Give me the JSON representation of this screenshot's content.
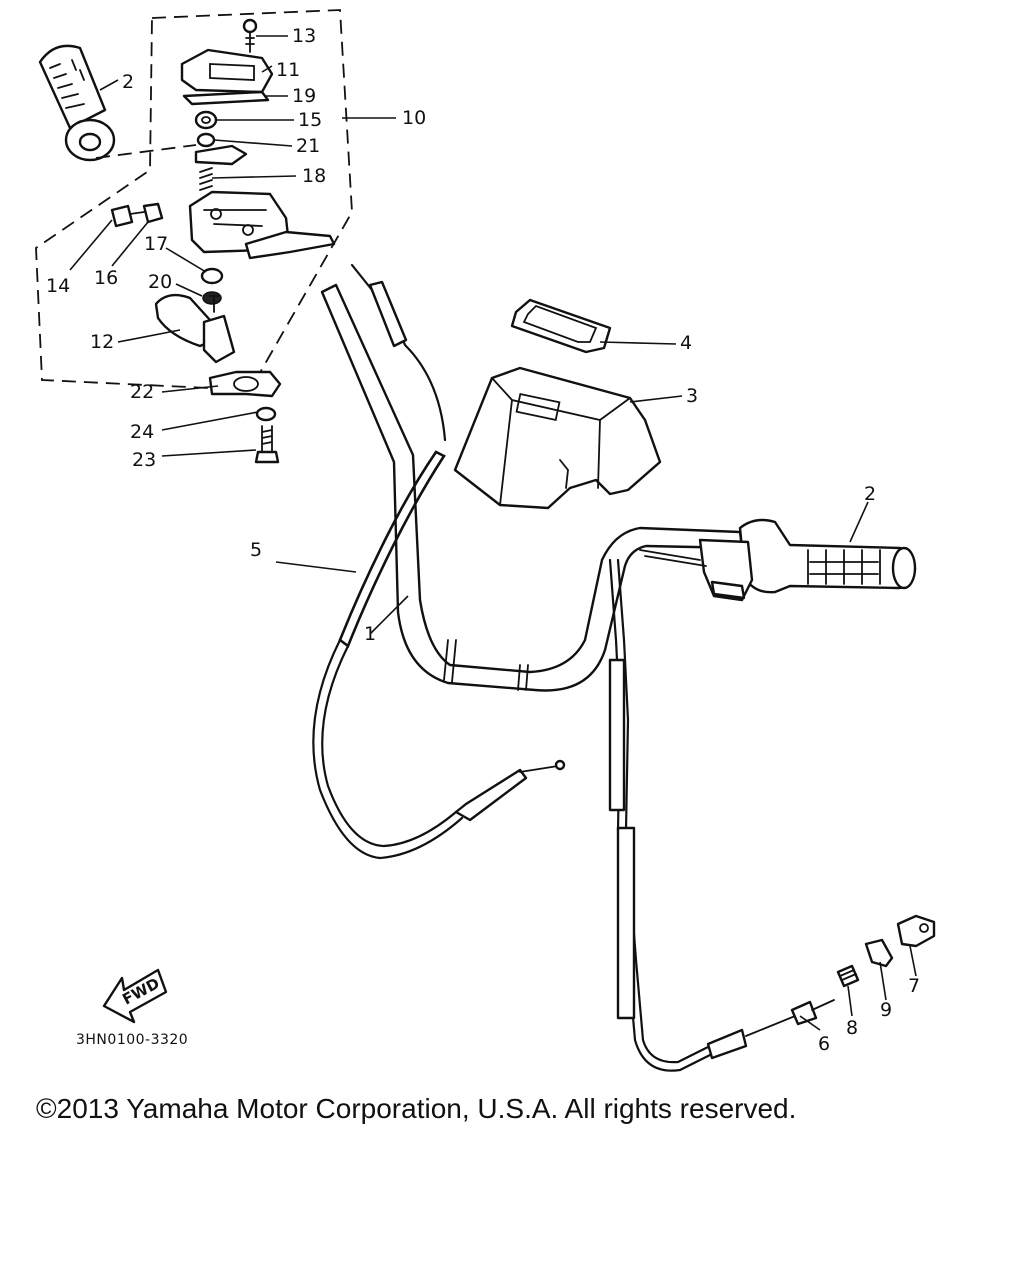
{
  "callouts": [
    {
      "id": "p1",
      "label": "1"
    },
    {
      "id": "p2a",
      "label": "2"
    },
    {
      "id": "p2b",
      "label": "2"
    },
    {
      "id": "p3",
      "label": "3"
    },
    {
      "id": "p4",
      "label": "4"
    },
    {
      "id": "p5",
      "label": "5"
    },
    {
      "id": "p6",
      "label": "6"
    },
    {
      "id": "p7",
      "label": "7"
    },
    {
      "id": "p8",
      "label": "8"
    },
    {
      "id": "p9",
      "label": "9"
    },
    {
      "id": "p10",
      "label": "10"
    },
    {
      "id": "p11",
      "label": "11"
    },
    {
      "id": "p12",
      "label": "12"
    },
    {
      "id": "p13",
      "label": "13"
    },
    {
      "id": "p14",
      "label": "14"
    },
    {
      "id": "p15",
      "label": "15"
    },
    {
      "id": "p16",
      "label": "16"
    },
    {
      "id": "p17",
      "label": "17"
    },
    {
      "id": "p18",
      "label": "18"
    },
    {
      "id": "p19",
      "label": "19"
    },
    {
      "id": "p20",
      "label": "20"
    },
    {
      "id": "p21",
      "label": "21"
    },
    {
      "id": "p22",
      "label": "22"
    },
    {
      "id": "p23",
      "label": "23"
    },
    {
      "id": "p24",
      "label": "24"
    }
  ],
  "fwd_label": "FWD",
  "drawing_code": "3HN0100-3320",
  "copyright": "©2013 Yamaha Motor Corporation, U.S.A. All rights reserved."
}
